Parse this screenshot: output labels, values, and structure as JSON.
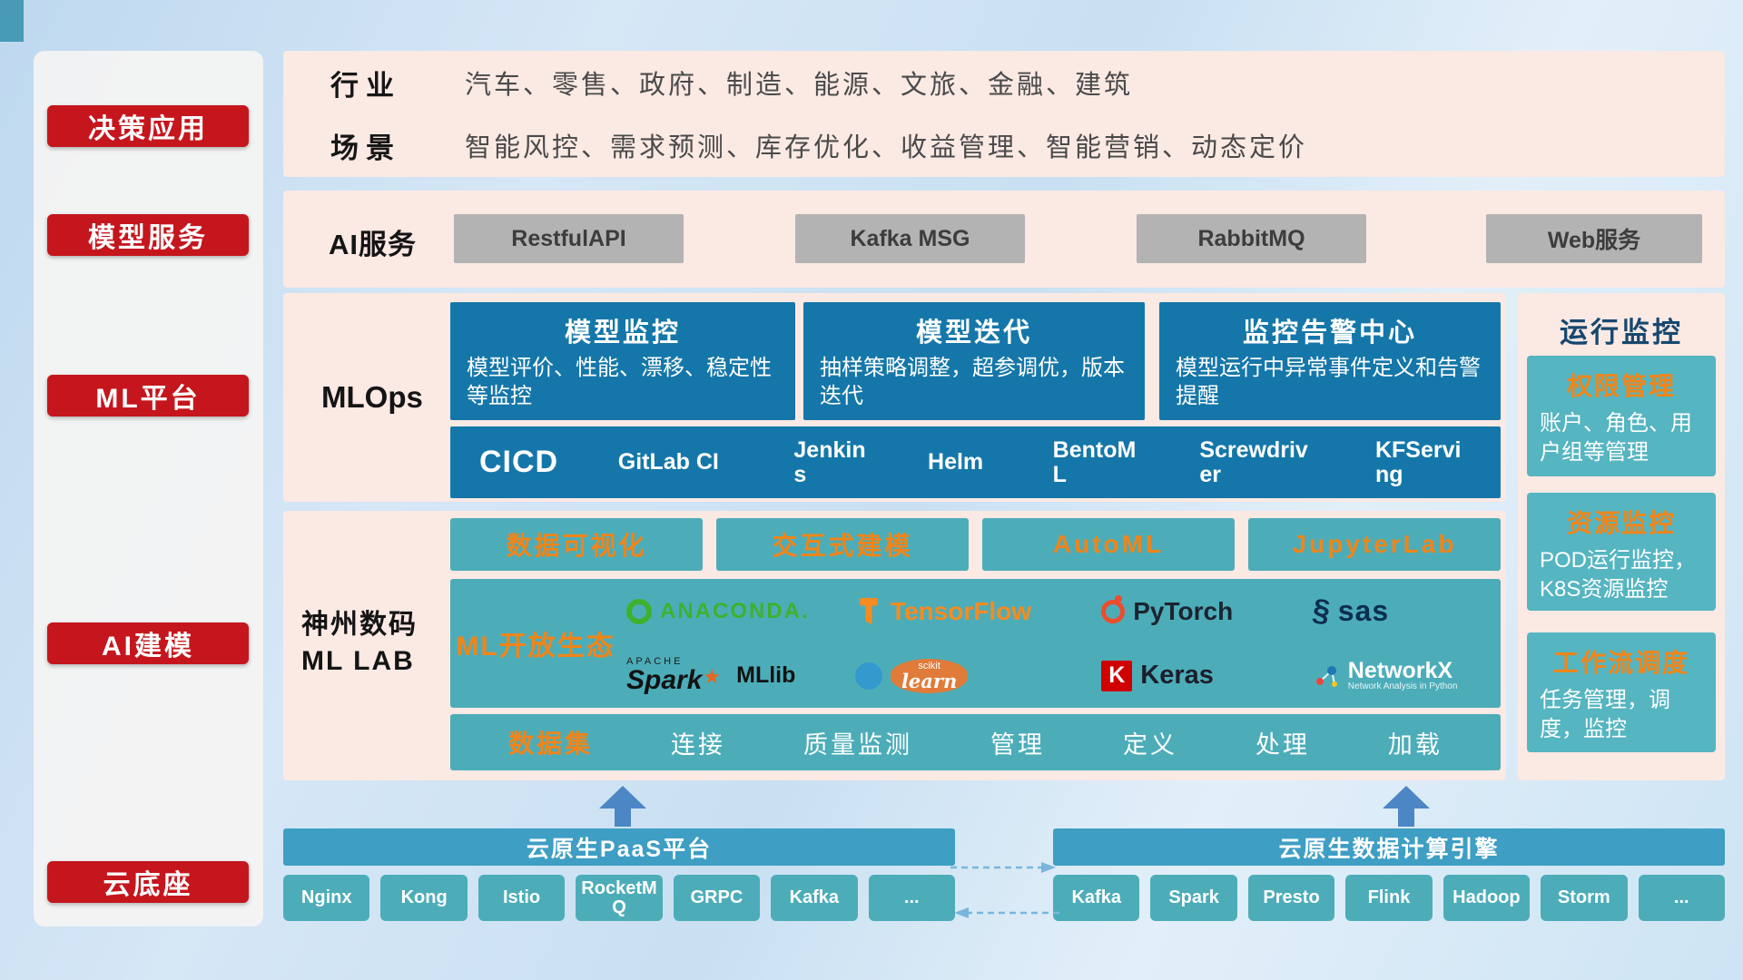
{
  "sidebar": {
    "items": [
      {
        "label": "决策应用"
      },
      {
        "label": "模型服务"
      },
      {
        "label": "ML平台"
      },
      {
        "label": "AI建模"
      },
      {
        "label": "云底座"
      }
    ]
  },
  "industry_row": {
    "industry_label": "行业",
    "industry_list": "汽车、零售、政府、制造、能源、文旅、金融、建筑",
    "scenario_label": "场景",
    "scenario_list": "智能风控、需求预测、库存优化、收益管理、智能营销、动态定价"
  },
  "ai_service_row": {
    "label": "AI服务",
    "services": [
      "RestfulAPI",
      "Kafka MSG",
      "RabbitMQ",
      "Web服务"
    ]
  },
  "mlops_row": {
    "label": "MLOps",
    "cards": [
      {
        "title": "模型监控",
        "desc": "模型评价、性能、漂移、稳定性等监控"
      },
      {
        "title": "模型迭代",
        "desc": "抽样策略调整，超参调优，版本迭代"
      },
      {
        "title": "监控告警中心",
        "desc": "模型运行中异常事件定义和告警提醒"
      }
    ],
    "cicd": {
      "label": "CICD",
      "tools": [
        "GitLab CI",
        "Jenkins",
        "Helm",
        "BentoML",
        "Screwdriver",
        "KFServing"
      ]
    }
  },
  "mllab_row": {
    "label_line1": "神州数码",
    "label_line2": "ML LAB",
    "features": [
      "数据可视化",
      "交互式建模",
      "AutoML",
      "JupyterLab"
    ],
    "ecosystem": {
      "label": "ML开放生态",
      "anaconda": "ANACONDA.",
      "tensorflow": "TensorFlow",
      "pytorch": "PyTorch",
      "sas": "sas",
      "spark_apache": "APACHE",
      "spark": "Spark",
      "mllib": "MLlib",
      "scikit_top": "scikit",
      "scikit_learn": "learn",
      "keras_k": "K",
      "keras": "Keras",
      "networkx": "NetworkX",
      "networkx_sub": "Network Analysis in Python"
    },
    "dataset": {
      "label": "数据集",
      "items": [
        "连接",
        "质量监测",
        "管理",
        "定义",
        "处理",
        "加载"
      ]
    }
  },
  "monitor_panel": {
    "title": "运行监控",
    "cards": [
      {
        "title": "权限管理",
        "desc": "账户、角色、用户组等管理"
      },
      {
        "title": "资源监控",
        "desc": "POD运行监控，K8S资源监控"
      },
      {
        "title": "工作流调度",
        "desc": "任务管理，调度，监控"
      }
    ]
  },
  "bottom": {
    "paas": {
      "title": "云原生PaaS平台",
      "items": [
        "Nginx",
        "Kong",
        "Istio",
        "RocketMQ",
        "GRPC",
        "Kafka",
        "..."
      ]
    },
    "engine": {
      "title": "云原生数据计算引擎",
      "items": [
        "Kafka",
        "Spark",
        "Presto",
        "Flink",
        "Hadoop",
        "Storm",
        "..."
      ]
    }
  },
  "icons": {
    "spark_star": "★",
    "sas_curve": "§"
  },
  "colors": {
    "red": "#c5161d",
    "panel_pink": "#fbe9e4",
    "blue": "#1577a9",
    "teal": "#4cadb9",
    "teal_header": "#3e9ec4",
    "orange": "#f08519",
    "navy_title": "#17486f"
  }
}
